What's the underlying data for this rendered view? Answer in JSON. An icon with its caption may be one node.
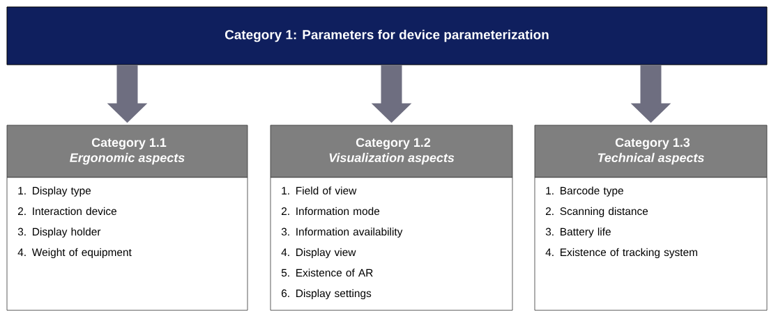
{
  "diagram": {
    "nodes": [
      {
        "text": [
          "Category 1: Parameters for device parameterization"
        ]
      },
      {
        "text": [
          "Category 1.1",
          "Ergonomic aspects"
        ]
      },
      {
        "text": [
          "1. Display type",
          "2. Interaction device",
          "3. Display holder",
          "4. Weight of equipment"
        ]
      },
      {
        "text": [
          "Category 1.2",
          "Visualization aspects"
        ]
      },
      {
        "text": [
          "1. Field of view",
          "2. Information mode",
          "3. Information availability",
          "4. Display view",
          "5. Existence of AR",
          "6. Display settings"
        ]
      },
      {
        "text": [
          "Category 1.3",
          "Technical aspects"
        ]
      },
      {
        "text": [
          "1. Barcode type",
          "2. Scanning distance",
          "3. Battery life",
          "4. Existence of tracking system"
        ]
      }
    ],
    "edges": [
      {
        "from": 0,
        "to": 1,
        "arrow": "to"
      },
      {
        "from": 0,
        "to": 3,
        "arrow": "to"
      },
      {
        "from": 0,
        "to": 5,
        "arrow": "to"
      }
    ]
  }
}
